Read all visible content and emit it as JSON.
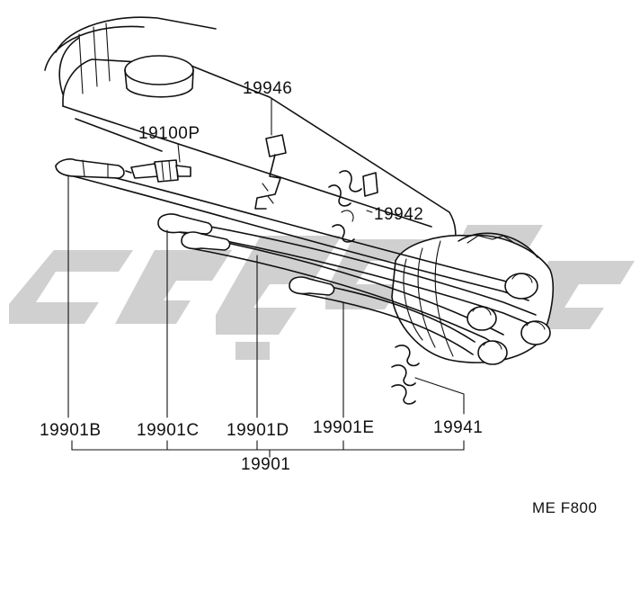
{
  "watermark": {
    "color": "#c8c8c8"
  },
  "callouts": {
    "bracket_19946": "19946",
    "plug_19100P": "19100P",
    "clip_19942": "19942",
    "cord_19901B": "19901B",
    "cord_19901C": "19901C",
    "cord_19901D": "19901D",
    "cord_19901E": "19901E",
    "clip_19941": "19941",
    "cord_set_19901": "19901"
  },
  "figure_code": "ME F800"
}
